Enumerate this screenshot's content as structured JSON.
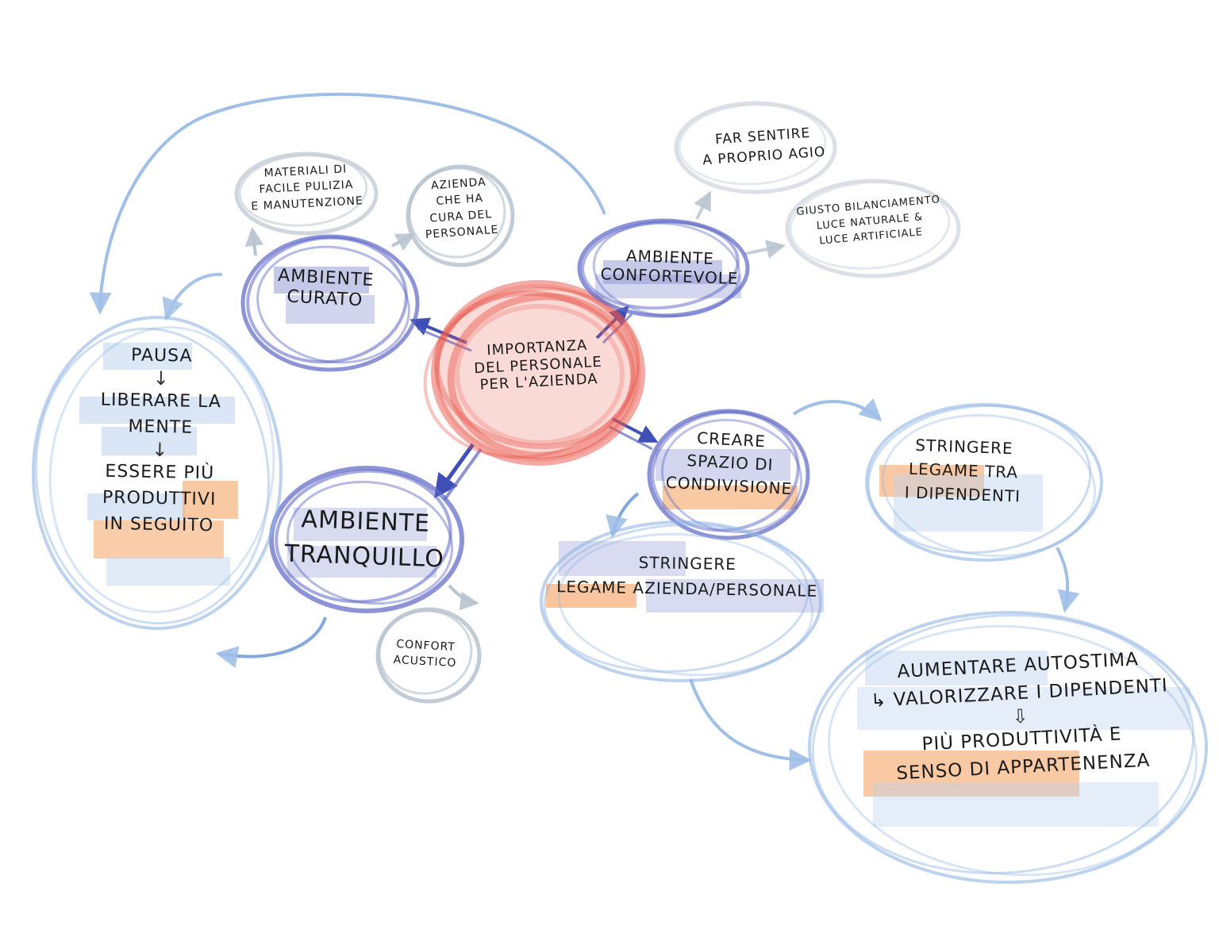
{
  "colors": {
    "center": "#e8554a",
    "primary": "#5b66c6",
    "secondary": "#8fb4e3",
    "leaf": "#c3ccd5",
    "highlight_orange": "#f6b27d",
    "highlight_blue": "#8089cf"
  },
  "center": {
    "line1": "Importanza",
    "line2": "del personale",
    "line3": "per l'azienda"
  },
  "ambiente_curato": {
    "line1": "Ambiente",
    "line2": "curato"
  },
  "ambiente_confortevole": {
    "line1": "Ambiente",
    "line2": "confortevole"
  },
  "ambiente_tranquillo": {
    "line1": "Ambiente",
    "line2": "tranquillo"
  },
  "creare_spazio": {
    "line1": "Creare",
    "line2": "spazio di",
    "line3": "condivisione"
  },
  "materiali": {
    "line1": "Materiali di",
    "line2": "facile pulizia",
    "line3": "e manutenzione"
  },
  "azienda_cura": {
    "line1": "Azienda",
    "line2": "che ha",
    "line3": "cura del",
    "line4": "personale"
  },
  "far_sentire": {
    "line1": "Far sentire",
    "line2": "a proprio agio"
  },
  "bilanciamento": {
    "line1": "Giusto bilanciamento",
    "line2": "luce naturale &",
    "line3": "luce artificiale"
  },
  "confort_acustico": {
    "line1": "Confort",
    "line2": "acustico"
  },
  "pausa": {
    "line1": "Pausa",
    "arrow1": "↓",
    "line2": "liberare la",
    "line3": "mente",
    "arrow2": "↓",
    "line4a": "essere",
    "line4b": "più",
    "line5": "produttivi",
    "line6": "in seguito"
  },
  "legame_azienda": {
    "line1": "Stringere",
    "line2a": "legame",
    "line2b": "azienda/personale"
  },
  "legame_dipendenti": {
    "line1": "Stringere",
    "line2a": "legame",
    "line2b": "tra",
    "line3": "i dipendenti"
  },
  "autostima": {
    "line1": "Aumentare autostima",
    "line2": "↳ valorizzare i dipendenti",
    "arrow": "⇩",
    "line3a": "più produttività",
    "line3b": "e",
    "line4": "senso di appartenenza"
  }
}
